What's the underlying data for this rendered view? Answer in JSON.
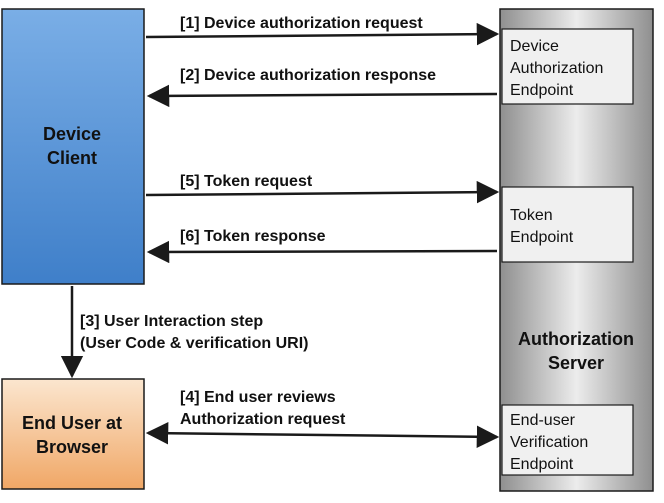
{
  "device_client": {
    "line1": "Device",
    "line2": "Client"
  },
  "end_user": {
    "line1": "End User at",
    "line2": "Browser"
  },
  "auth_server": {
    "line1": "Authorization",
    "line2": "Server",
    "endpoints": {
      "device_authorization": [
        "Device",
        "Authorization",
        "Endpoint"
      ],
      "token": [
        "Token",
        "Endpoint"
      ],
      "verification": [
        "End-user",
        "Verification",
        "Endpoint"
      ]
    }
  },
  "steps": {
    "s1": "[1] Device authorization request",
    "s2": "[2] Device authorization response",
    "s3": [
      "[3] User Interaction step",
      "(User Code & verification URI)"
    ],
    "s4": [
      "[4] End user reviews",
      "Authorization request"
    ],
    "s5": "[5] Token request",
    "s6": "[6] Token response"
  },
  "colors": {
    "device_client_fill_top": "#7aaee6",
    "device_client_fill_bottom": "#3f7fc9",
    "end_user_fill_top": "#fbe6cf",
    "end_user_fill_bottom": "#f0a766",
    "auth_server_fill_light": "#e6e6e6",
    "auth_server_fill_dark": "#9c9c9c",
    "endpoint_fill": "#f0f0f0",
    "stroke": "#1a1a1a"
  }
}
